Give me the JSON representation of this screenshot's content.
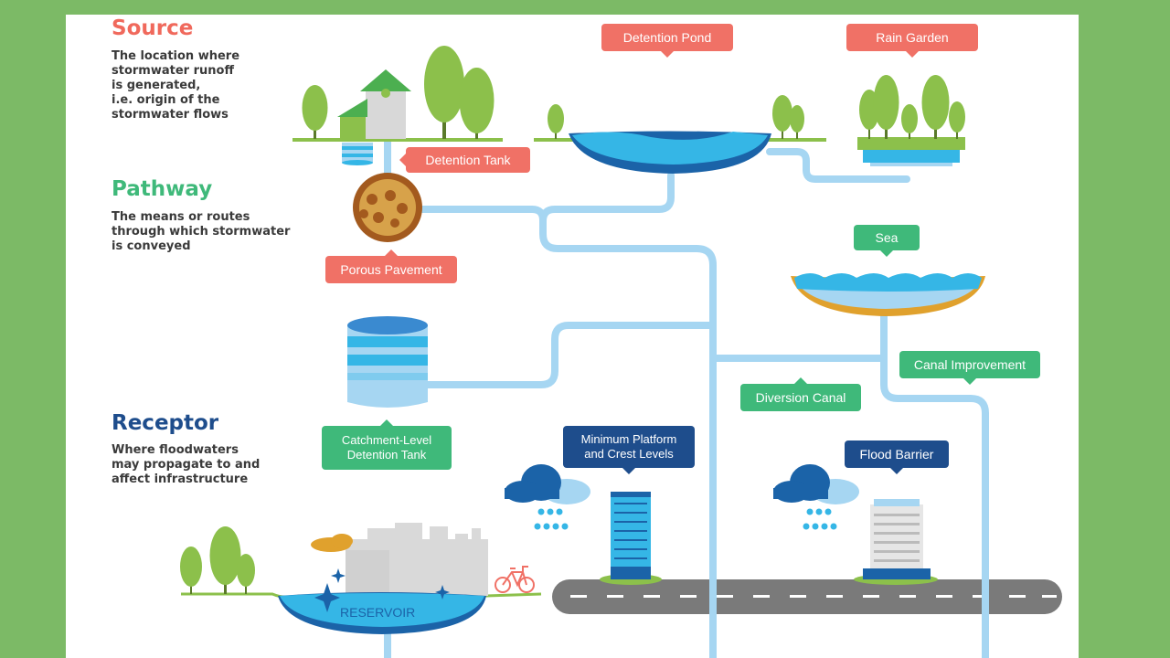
{
  "sections": {
    "source": {
      "title": "Source",
      "lines": [
        "The location where",
        "stormwater runoff",
        "is generated,",
        "i.e. origin of the",
        "stormwater flows"
      ],
      "color": "#f0695c"
    },
    "pathway": {
      "title": "Pathway",
      "lines": [
        "The means or routes",
        "through which stormwater",
        "is conveyed"
      ],
      "color": "#3fb97a"
    },
    "receptor": {
      "title": "Receptor",
      "lines": [
        "Where floodwaters",
        "may propagate to and",
        "affect infrastructure"
      ],
      "color": "#1e4d8c"
    }
  },
  "labels": {
    "detention_pond": "Detention Pond",
    "rain_garden": "Rain Garden",
    "detention_tank": "Detention Tank",
    "porous_pavement": "Porous Pavement",
    "sea": "Sea",
    "canal_improvement": "Canal Improvement",
    "diversion_canal": "Diversion Canal",
    "catchment_line1": "Catchment-Level",
    "catchment_line2": "Detention Tank",
    "min_platform_line1": "Minimum Platform",
    "min_platform_line2": "and Crest Levels",
    "flood_barrier": "Flood Barrier",
    "reservoir": "RESERVOIR"
  },
  "colors": {
    "background": "#7cba66",
    "pipe": "#a6d6f2",
    "water": "#35b6e6",
    "water_dark": "#1b63a8",
    "tree": "#8cc04b",
    "road": "#7a7a7a"
  }
}
